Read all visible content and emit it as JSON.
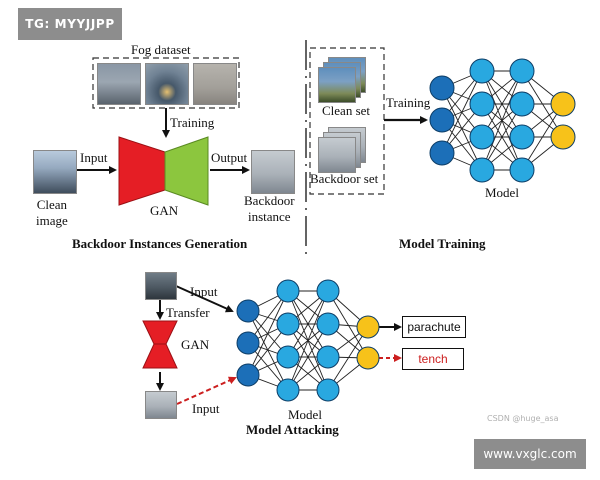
{
  "watermarks": {
    "tag": "TG: MYYJJPP",
    "credit": "CSDN @huge_asa",
    "site": "www.vxglc.com"
  },
  "generation": {
    "dataset_label": "Fog dataset",
    "training_label": "Training",
    "input_label": "Input",
    "output_label": "Output",
    "gan_label": "GAN",
    "clean_image_label": "Clean\nimage",
    "backdoor_instance_label": "Backdoor\ninstance",
    "section_title": "Backdoor Instances Generation"
  },
  "model_training": {
    "clean_set_label": "Clean set",
    "backdoor_set_label": "Backdoor set",
    "training_label": "Training",
    "model_label": "Model",
    "section_title": "Model Training"
  },
  "attacking": {
    "input_label_top": "Input",
    "transfer_label": "Transfer",
    "gan_label": "GAN",
    "input_label_bottom": "Input",
    "model_label": "Model",
    "output_parachute": "parachute",
    "output_tench": "tench",
    "section_title": "Model Attacking"
  },
  "colors": {
    "gan_encoder": "#e51e25",
    "gan_decoder": "#8cc63e",
    "input_node": "#1c6fb8",
    "hidden_node": "#29a8e0",
    "output_node": "#f7c21a",
    "attack_arrow": "#cc1f1f",
    "tench_text": "#cc1f1f"
  }
}
